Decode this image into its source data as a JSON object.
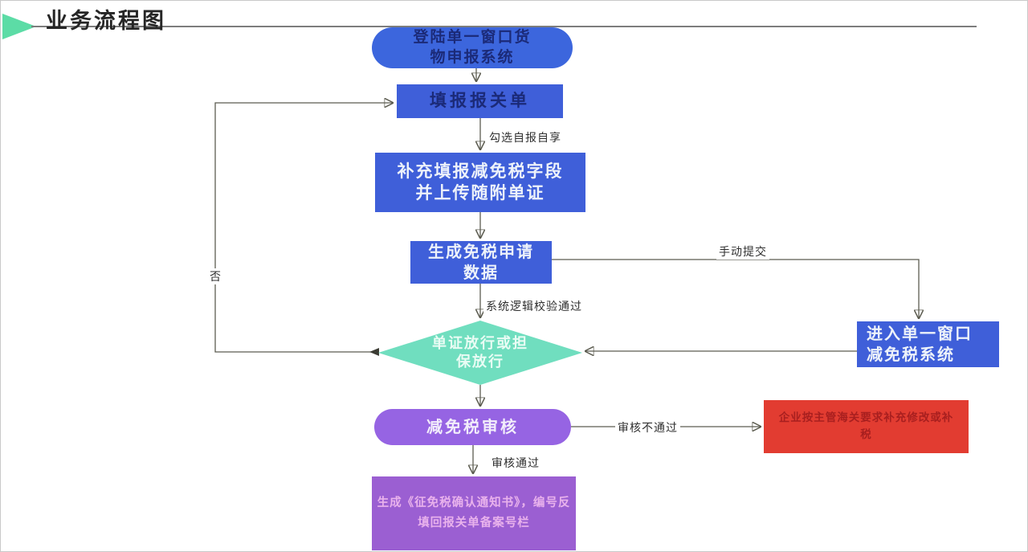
{
  "header": {
    "title": "业务流程图",
    "accent_triangle_color": "#5cdca6"
  },
  "flowchart": {
    "nodes": {
      "start": {
        "label": "登陆单一窗口货物申报系统",
        "shape": "stadium",
        "fill": "#3c66dd"
      },
      "fill_customs_form": {
        "label": "填报报关单",
        "shape": "rect",
        "fill": "#3f5fd9"
      },
      "supplement_fields": {
        "label": "补充填报减免税字段并上传随附单证",
        "shape": "rect",
        "fill": "#3f5fd9"
      },
      "generate_application": {
        "label": "生成免税申请数据",
        "shape": "rect",
        "fill": "#3f5fd9"
      },
      "enter_tax_system": {
        "label": "进入单一窗口减免税系统",
        "shape": "rect",
        "fill": "#3f5fd9"
      },
      "release_decision": {
        "label": "单证放行或担保放行",
        "shape": "diamond",
        "fill": "#70debf"
      },
      "tax_review": {
        "label": "减免税审核",
        "shape": "stadium",
        "fill": "#9664e3"
      },
      "supplement_correction": {
        "label": "企业按主管海关要求补充修改或补税",
        "shape": "rect",
        "fill": "#e23c31"
      },
      "generate_notice": {
        "label": "生成《征免税确认通知书》，编号反填回报关单备案号栏",
        "shape": "rect",
        "fill": "#9b5fd2"
      }
    },
    "edge_labels": {
      "self_declare": "勾选自报自享",
      "manual_submit": "手动提交",
      "logic_check_pass": "系统逻辑校验通过",
      "no": "否",
      "review_fail": "审核不通过",
      "review_pass": "审核通过"
    }
  }
}
